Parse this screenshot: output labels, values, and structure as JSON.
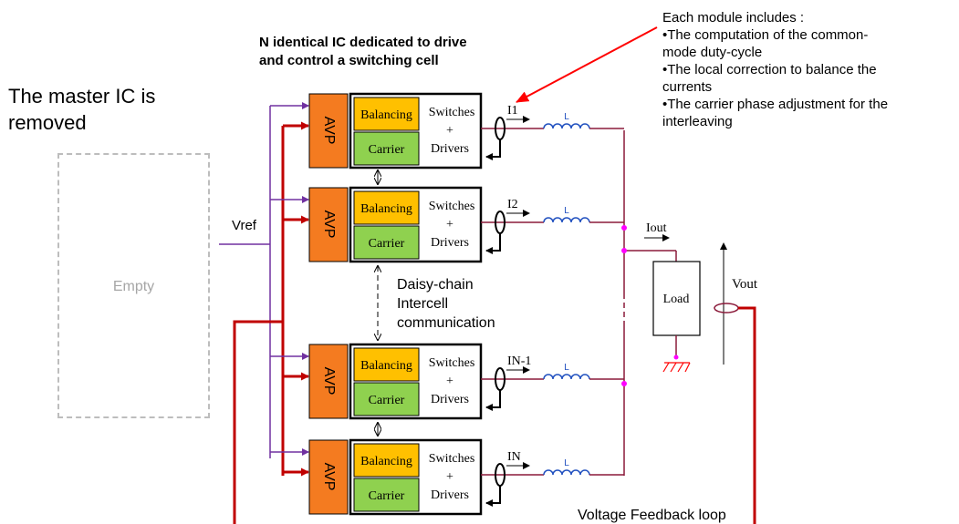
{
  "master_note": [
    "The master IC is",
    "removed"
  ],
  "title": [
    "N identical IC dedicated to drive",
    "and control a switching cell"
  ],
  "info": {
    "heading": "Each module includes :",
    "lines": [
      "•The computation of the common-",
      "mode duty-cycle",
      "•The local correction to balance the",
      "currents",
      "•The carrier phase adjustment for the",
      "interleaving"
    ]
  },
  "empty_label": "Empty",
  "vref_label": "Vref",
  "daisy_chain": [
    "Daisy-chain",
    "Intercell",
    "communication"
  ],
  "voltage_feedback_label": "Voltage Feedback loop",
  "module_labels": {
    "avp": "AVP",
    "balancing": "Balancing",
    "carrier": "Carrier",
    "switches": "Switches",
    "plus": "+",
    "drivers": "Drivers",
    "inductor": "L"
  },
  "modules": [
    {
      "current": "I1"
    },
    {
      "current": "I2"
    },
    {
      "current": "IN-1"
    },
    {
      "current": "IN"
    }
  ],
  "load_label": "Load",
  "iout_label": "Iout",
  "vout_label": "Vout",
  "colors": {
    "avp": "#f47b20",
    "balancing": "#ffc000",
    "carrier": "#8fd14f",
    "feedback": "#c00000",
    "vref": "#7030a0",
    "output": "#8b1a3a",
    "node": "#ff00ff",
    "ground": "#ff0000",
    "arrow": "#ff0000"
  }
}
